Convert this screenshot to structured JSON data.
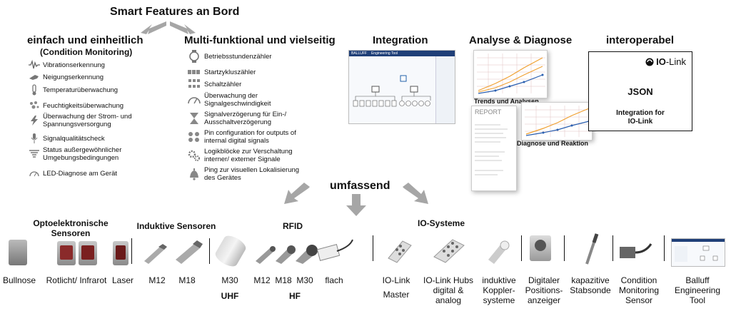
{
  "title": "Smart Features an Bord",
  "columns": {
    "einfach": {
      "heading": "einfach und einheitlich",
      "subheading": "(Condition Monitoring)",
      "items": [
        "Vibrationserkennung",
        "Neigungserkennung",
        "Temperaturüberwachung",
        "Feuchtigkeitsüberwachung",
        "Überwachung der Strom- und Spannungsversorgung",
        "Signalqualitätscheck",
        "Status außergewöhnlicher Umgebungsbedingungen",
        "LED-Diagnose am Gerät"
      ]
    },
    "multi": {
      "heading": "Multi-funktional und vielseitig",
      "items": [
        "Betriebsstundenzähler",
        "Startzykluszähler",
        "Schaltzähler",
        "Überwachung der Signalgeschwindigkeit",
        "Signalverzögerung für Ein-/ Ausschaltverzögerung",
        "Pin configuration for outputs of internal digital signals",
        "Logikblöcke zur Verschaltung interner/ externer Signale",
        "Ping zur visuellen Lokalisierung des Gerätes"
      ]
    },
    "integration": {
      "heading": "Integration",
      "screenshot_brand": "BALLUFF",
      "screenshot_title": "Engineering Tool"
    },
    "analyse": {
      "heading": "Analyse & Diagnose",
      "label_trends": "Trends und Analysen",
      "label_report": "REPORT",
      "label_diagnose": "Diagnose und Reaktion"
    },
    "interop": {
      "heading": "interoperabel",
      "iolink_bold": "IO",
      "iolink_rest": "-Link",
      "json": "JSON",
      "integration_line1": "Integration for",
      "integration_line2": "IO-Link"
    }
  },
  "center_label": "umfassend",
  "groups": {
    "opto": "Optoelektronische Sensoren",
    "induktiv": "Induktive Sensoren",
    "rfid": "RFID",
    "iosys": "IO-Systeme"
  },
  "products": {
    "bullnose": "Bullnose",
    "rotlicht": "Rotlicht/ Infrarot",
    "laser": "Laser",
    "m12": "M12",
    "m18": "M18",
    "m30": "M30",
    "uhf": "UHF",
    "rfid_m12": "M12",
    "rfid_m18": "M18",
    "rfid_m30": "M30",
    "flach": "flach",
    "hf": "HF",
    "iolink_master_1": "IO-Link",
    "iolink_master_2": "Master",
    "hubs_1": "IO-Link Hubs",
    "hubs_2": "digital &",
    "hubs_3": "analog",
    "koppler_1": "induktive",
    "koppler_2": "Koppler-",
    "koppler_3": "systeme",
    "digital_1": "Digitaler",
    "digital_2": "Positions-",
    "digital_3": "anzeiger",
    "kapazitiv_1": "kapazitive",
    "kapazitiv_2": "Stabsonde",
    "cond_1": "Condition",
    "cond_2": "Monitoring",
    "cond_3": "Sensor",
    "balluff_1": "Balluff",
    "balluff_2": "Engineering",
    "balluff_3": "Tool"
  },
  "colors": {
    "arrow": "#a6a6a6",
    "accent_blue": "#1f5fa8",
    "chart_orange": "#f0a030",
    "chart_blue": "#2a5fb0"
  }
}
